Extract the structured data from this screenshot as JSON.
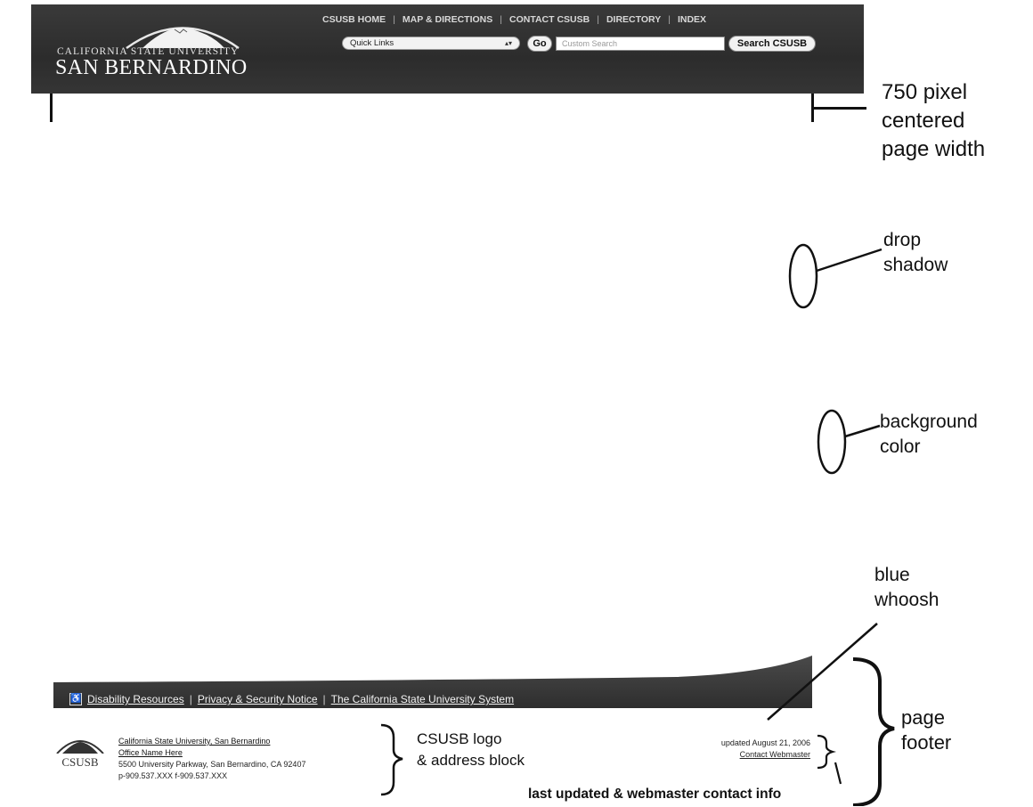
{
  "header": {
    "logo_line1": "CALIFORNIA STATE UNIVERSITY",
    "logo_line2": "SAN BERNARDINO",
    "nav": [
      "CSUSB HOME",
      "MAP & DIRECTIONS",
      "CONTACT CSUSB",
      "DIRECTORY",
      "INDEX"
    ],
    "nav_separator": "|",
    "quick_links_label": "Quick Links",
    "go_label": "Go",
    "search_placeholder": "Custom Search",
    "search_button": "Search CSUSB"
  },
  "footer": {
    "links": [
      "Disability Resources",
      "Privacy & Security Notice",
      "The California State University System"
    ],
    "link_separator": "|",
    "logo_text": "CSUSB",
    "address": {
      "university": "California State University, San Bernardino",
      "office": "Office Name Here",
      "street": "5500 University Parkway, San Bernardino, CA 92407",
      "phone": "p-909.537.XXX f-909.537.XXX"
    },
    "updated": "updated August 21, 2006",
    "contact": "Contact Webmaster"
  },
  "annotations": {
    "width": [
      "750 pixel",
      "centered",
      "page width"
    ],
    "shadow": [
      "drop",
      "shadow"
    ],
    "background": [
      "background",
      "color"
    ],
    "whoosh": [
      "blue",
      "whoosh"
    ],
    "page_footer": [
      "page",
      "footer"
    ],
    "logo_block": [
      "CSUSB logo",
      "& address block"
    ],
    "last_updated": "last updated & webmaster contact info"
  },
  "colors": {
    "header_bg": "#2f2f2f",
    "footer_band": "#3a3a3a",
    "annotation_text": "#111111"
  }
}
